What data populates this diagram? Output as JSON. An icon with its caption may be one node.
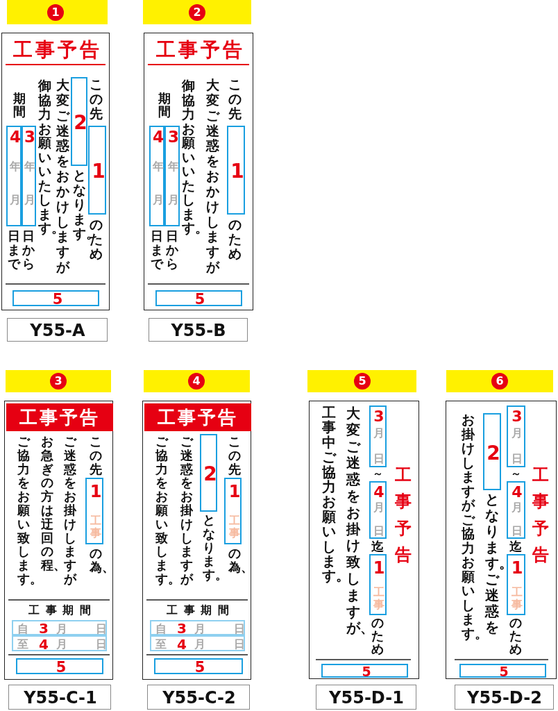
{
  "diagram": {
    "nodes": [
      {
        "text": [
          "1"
        ]
      },
      {
        "text": [
          "工事予告",
          "この先",
          "のため",
          "となります。",
          "大変ご迷惑をおかけしますが",
          "御協力お願いいたします。",
          "期間",
          "日から",
          "日まで"
        ]
      },
      {
        "text": [
          "1"
        ],
        "in": 1
      },
      {
        "text": [
          "2"
        ],
        "in": 1
      },
      {
        "text": [
          "3",
          "年",
          "月"
        ],
        "in": 1
      },
      {
        "text": [
          "4",
          "年",
          "月"
        ],
        "in": 1
      },
      {
        "text": [
          "5"
        ],
        "in": 1
      },
      {
        "text": [
          "Y55-A"
        ]
      },
      {
        "text": [
          "2"
        ]
      },
      {
        "text": [
          "工事予告",
          "この先",
          "のため",
          "大変ご迷惑をおかけしますが",
          "御協力お願いいたします。",
          "期間",
          "日から",
          "日まで"
        ]
      },
      {
        "text": [
          "1"
        ],
        "in": 9
      },
      {
        "text": [
          "3",
          "年",
          "月"
        ],
        "in": 9
      },
      {
        "text": [
          "4",
          "年",
          "月"
        ],
        "in": 9
      },
      {
        "text": [
          "5"
        ],
        "in": 9
      },
      {
        "text": [
          "Y55-B"
        ]
      },
      {
        "text": [
          "3"
        ]
      },
      {
        "text": [
          "工事予告",
          "この先",
          "の為、",
          "ご迷惑をお掛けしますが",
          "お急ぎの方は迂回の程、",
          "ご協力をお願い致します。",
          "工事期間"
        ]
      },
      {
        "text": [
          "1",
          "工事"
        ],
        "in": 16
      },
      {
        "text": [
          "自",
          "3",
          "月",
          "日"
        ],
        "in": 16
      },
      {
        "text": [
          "至",
          "4",
          "月",
          "日"
        ],
        "in": 16
      },
      {
        "text": [
          "5"
        ],
        "in": 16
      },
      {
        "text": [
          "Y55-C-1"
        ]
      },
      {
        "text": [
          "4"
        ]
      },
      {
        "text": [
          "工事予告",
          "この先",
          "の為、",
          "となります。",
          "ご迷惑をお掛けしますが",
          "ご協力をお願い致します。",
          "工事期間"
        ]
      },
      {
        "text": [
          "1",
          "工事"
        ],
        "in": 23
      },
      {
        "text": [
          "2"
        ],
        "in": 23
      },
      {
        "text": [
          "自",
          "3",
          "月",
          "日"
        ],
        "in": 23
      },
      {
        "text": [
          "至",
          "4",
          "月",
          "日"
        ],
        "in": 23
      },
      {
        "text": [
          "5"
        ],
        "in": 23
      },
      {
        "text": [
          "Y55-C-2"
        ]
      },
      {
        "text": [
          "5"
        ]
      },
      {
        "text": [
          "工事予告",
          "～",
          "迄",
          "のため",
          "大変ご迷惑をお掛け致しますが、",
          "工事中ご協力お願いします。"
        ]
      },
      {
        "text": [
          "3",
          "月",
          "日"
        ],
        "in": 31
      },
      {
        "text": [
          "4",
          "月",
          "日"
        ],
        "in": 31
      },
      {
        "text": [
          "1",
          "工事"
        ],
        "in": 31
      },
      {
        "text": [
          "5"
        ],
        "in": 31
      },
      {
        "text": [
          "Y55-D-1"
        ]
      },
      {
        "text": [
          "6"
        ]
      },
      {
        "text": [
          "工事予告",
          "～",
          "迄",
          "のため",
          "となります。ご迷惑を",
          "お掛けしますがご協力お願いします。"
        ]
      },
      {
        "text": [
          "3",
          "月",
          "日"
        ],
        "in": 38
      },
      {
        "text": [
          "4",
          "月",
          "日"
        ],
        "in": 38
      },
      {
        "text": [
          "1",
          "工事"
        ],
        "in": 38
      },
      {
        "text": [
          "2"
        ],
        "in": 38
      },
      {
        "text": [
          "5"
        ],
        "in": 38
      },
      {
        "text": [
          "Y55-D-2"
        ]
      }
    ]
  }
}
